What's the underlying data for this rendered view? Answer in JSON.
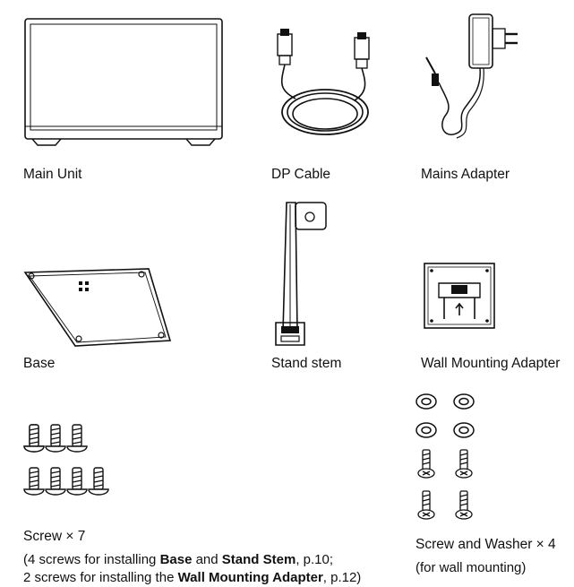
{
  "items": {
    "main_unit": {
      "label": "Main Unit"
    },
    "dp_cable": {
      "label": "DP Cable"
    },
    "mains_adapter": {
      "label": "Mains Adapter"
    },
    "base": {
      "label": "Base"
    },
    "stand_stem": {
      "label": "Stand stem"
    },
    "wall_mounting_adapter": {
      "label": "Wall Mounting Adapter"
    },
    "screw": {
      "label": "Screw × 7",
      "note_line1": [
        "(4 screws for installing ",
        "Base",
        " and ",
        "Stand Stem",
        ", p.10;"
      ],
      "note_line2": [
        "2 screws for installing the ",
        "Wall Mounting Adapter",
        ", p.12)"
      ]
    },
    "screw_washer": {
      "label": "Screw and Washer × 4",
      "note": "(for wall mounting)"
    }
  },
  "colors": {
    "ink": "#111111"
  }
}
